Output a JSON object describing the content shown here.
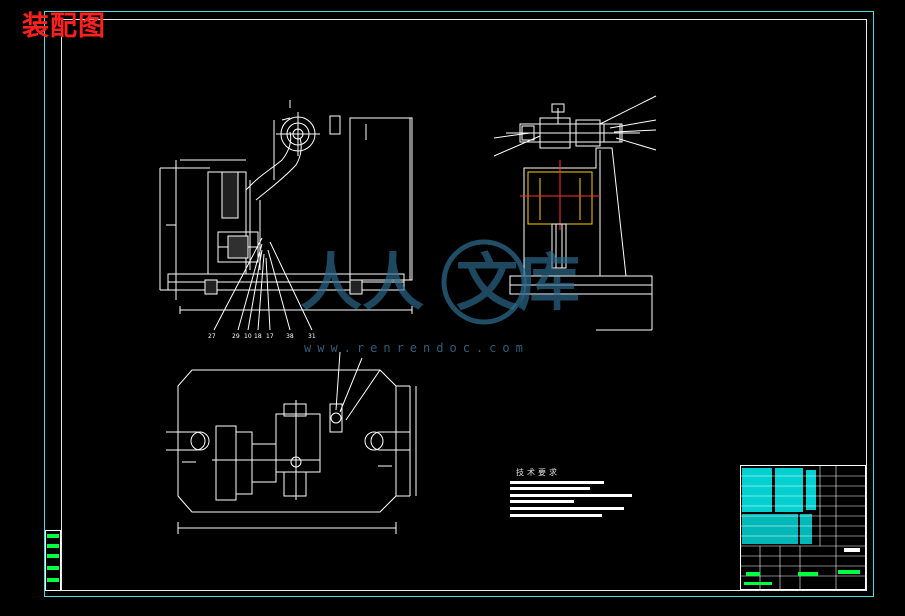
{
  "drawing": {
    "title": "装配图",
    "technical_requirements_heading": "技术要求"
  },
  "watermark": {
    "url": "www.renrendoc.com",
    "left_char": "人人",
    "right_char": "文库"
  },
  "part_labels": [
    "27",
    "29",
    "10",
    "18",
    "17",
    "38",
    "31"
  ],
  "colors": {
    "background": "#000000",
    "frame": "#40e0e0",
    "outline": "#ffffff",
    "title_red": "#ff2020",
    "watermark": "#2d6f93",
    "title_block_cyan": "#00e0e0",
    "title_block_green": "#00ff40",
    "highlight_yellow": "#ffd000",
    "highlight_red": "#ff3030"
  }
}
